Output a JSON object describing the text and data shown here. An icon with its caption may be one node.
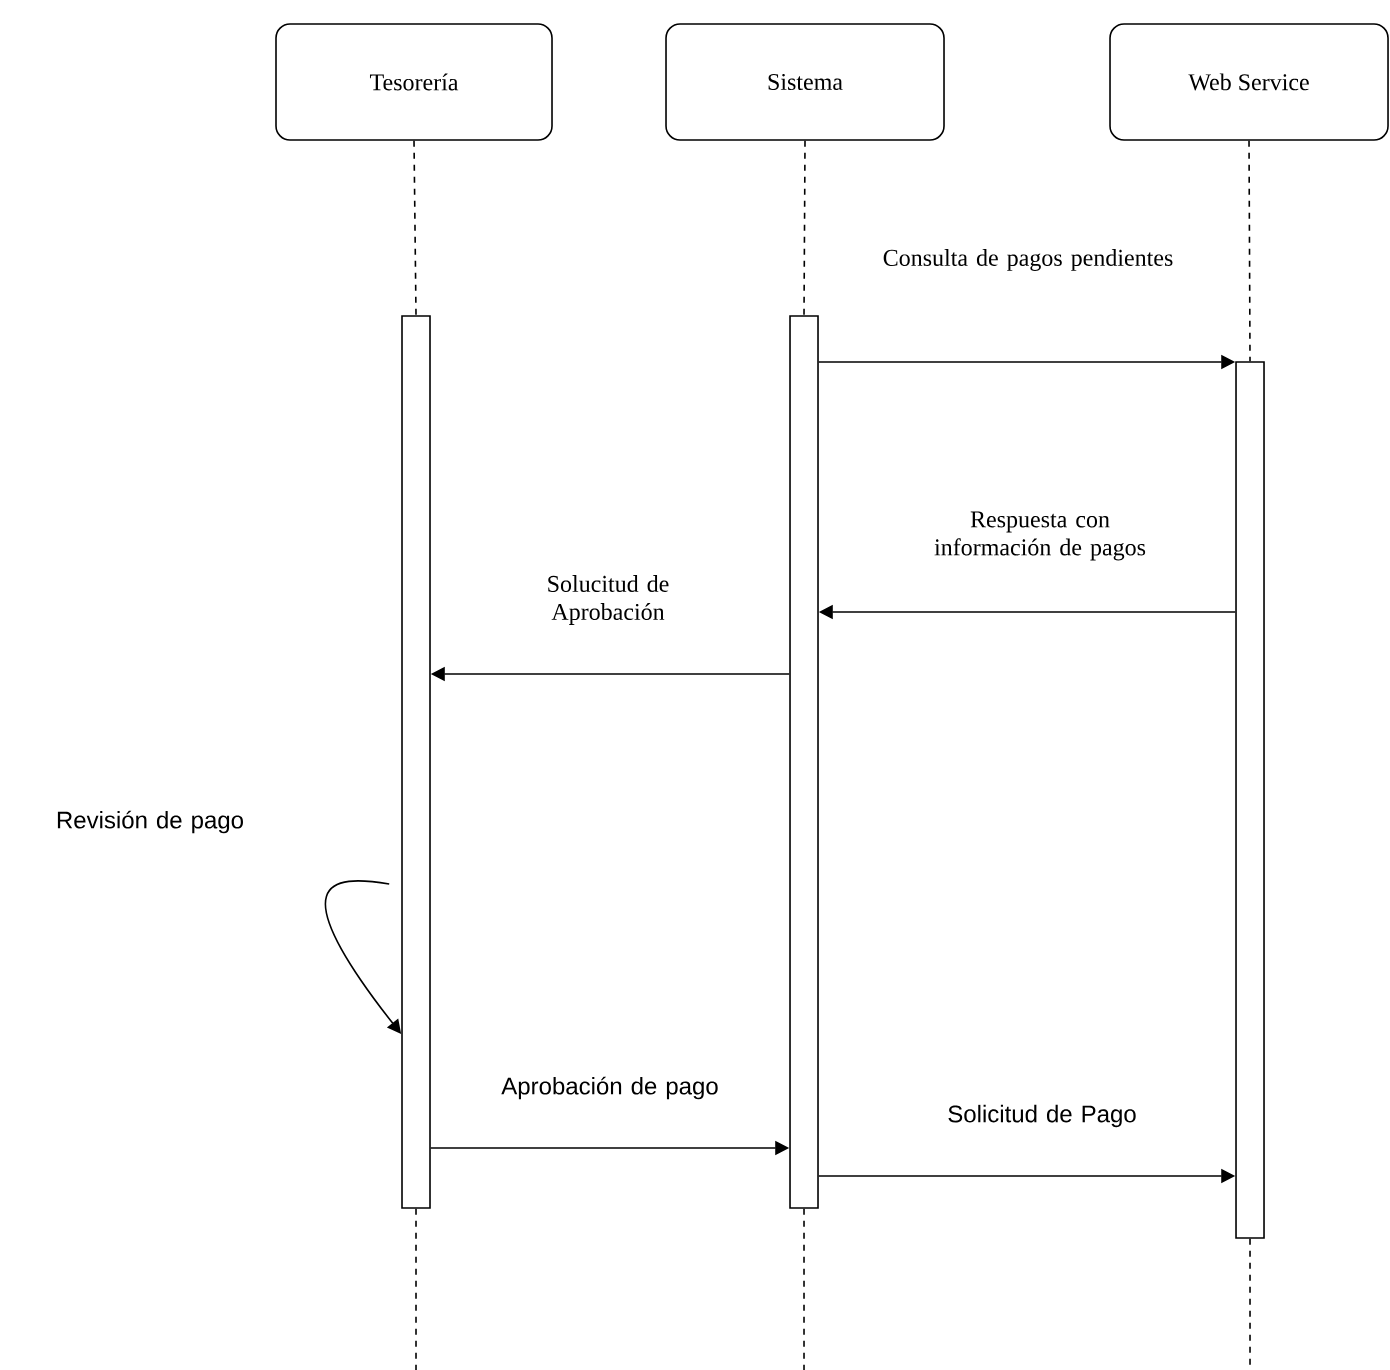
{
  "diagram": {
    "nodes": [
      {
        "text": [
          "Tesorería"
        ]
      },
      {
        "text": [
          "Sistema"
        ]
      },
      {
        "text": [
          "Web Service"
        ]
      },
      {
        "text": [],
        "shape": "bar"
      },
      {
        "text": [],
        "shape": "bar"
      },
      {
        "text": [],
        "shape": "bar"
      }
    ],
    "edges": [
      {
        "from": 0,
        "to": 3,
        "arrow": "none",
        "style": "dashed"
      },
      {
        "from": 1,
        "to": 4,
        "arrow": "none",
        "style": "dashed"
      },
      {
        "from": 2,
        "to": 5,
        "arrow": "none",
        "style": "dashed"
      },
      {
        "from": 4,
        "to": 5,
        "arrow": "to",
        "label": "Consulta de pagos pendientes"
      },
      {
        "from": 5,
        "to": 4,
        "arrow": "to",
        "label": "Respuesta con información de pagos"
      },
      {
        "from": 4,
        "to": 3,
        "arrow": "to",
        "label": "Solucitud de Aprobación"
      },
      {
        "from": 3,
        "to": 3,
        "arrow": "to",
        "label": "Revisión de pago"
      },
      {
        "from": 3,
        "to": 4,
        "arrow": "to",
        "label": "Aprobación de pago"
      },
      {
        "from": 4,
        "to": 5,
        "arrow": "to",
        "label": "Solicitud de Pago"
      },
      {
        "from": 3,
        "to": null,
        "arrow": "none",
        "style": "dashed"
      },
      {
        "from": 4,
        "to": null,
        "arrow": "none",
        "style": "dashed"
      },
      {
        "from": 5,
        "to": null,
        "arrow": "none",
        "style": "dashed"
      }
    ]
  }
}
